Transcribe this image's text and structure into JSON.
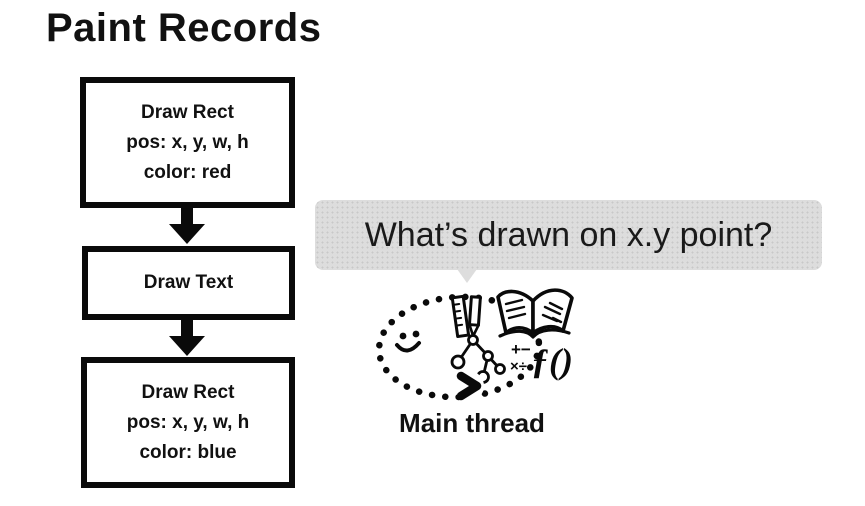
{
  "page": {
    "title": "Paint Records"
  },
  "flowchart": {
    "boxes": [
      {
        "lines": [
          "Draw Rect",
          "pos: x, y, w, h",
          "color: red"
        ]
      },
      {
        "lines": [
          "Draw Text"
        ]
      },
      {
        "lines": [
          "Draw Rect",
          "pos: x, y, w, h",
          "color: blue"
        ]
      }
    ]
  },
  "speech_bubble": {
    "text": "What’s drawn on x.y point?"
  },
  "main_thread": {
    "label": "Main thread",
    "symbols": {
      "plus_minus": "+−",
      "times_divide": "×÷",
      "function_notation": "ƒ()"
    }
  },
  "colors": {
    "ink": "#0a0a0a",
    "bubble_bg": "#dddddd",
    "bubble_dot": "#c8c8c8",
    "background": "#ffffff"
  }
}
